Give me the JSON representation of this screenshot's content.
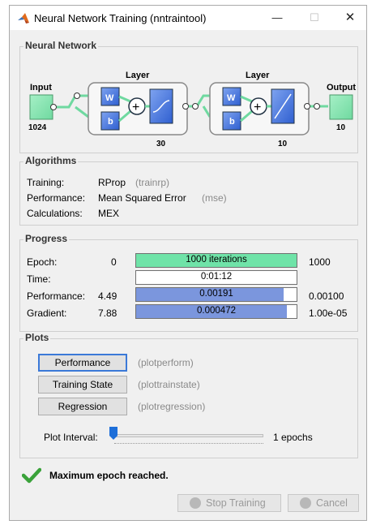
{
  "window": {
    "title": "Neural Network Training (nntraintool)",
    "min_glyph": "—",
    "max_glyph": "☐",
    "close_glyph": "✕"
  },
  "network": {
    "section_title": "Neural Network",
    "input_label": "Input",
    "input_size": "1024",
    "layer1_title": "Layer",
    "layer1_size": "30",
    "layer2_title": "Layer",
    "layer2_size": "10",
    "output_label": "Output",
    "output_size": "10",
    "weight_label": "W",
    "bias_label": "b",
    "sum_symbol": "+"
  },
  "algorithms": {
    "section_title": "Algorithms",
    "rows": [
      {
        "label": "Training:",
        "value": "RProp",
        "note": "(trainrp)"
      },
      {
        "label": "Performance:",
        "value": "Mean Squared Error",
        "note": "(mse)"
      },
      {
        "label": "Calculations:",
        "value": "MEX",
        "note": ""
      }
    ]
  },
  "progress": {
    "section_title": "Progress",
    "rows": [
      {
        "label": "Epoch:",
        "start": "0",
        "current": "1000 iterations",
        "end": "1000",
        "fill_fraction": 1.0,
        "color": "#6fe3a8"
      },
      {
        "label": "Time:",
        "start": "",
        "current": "0:01:12",
        "end": "",
        "fill_fraction": 0.0,
        "color": "#ffffff"
      },
      {
        "label": "Performance:",
        "start": "4.49",
        "current": "0.00191",
        "end": "0.00100",
        "fill_fraction": 0.92,
        "color": "#7b96dd"
      },
      {
        "label": "Gradient:",
        "start": "7.88",
        "current": "0.000472",
        "end": "1.00e-05",
        "fill_fraction": 0.94,
        "color": "#7b96dd"
      }
    ]
  },
  "plots": {
    "section_title": "Plots",
    "buttons": [
      {
        "label": "Performance",
        "note": "(plotperform)"
      },
      {
        "label": "Training State",
        "note": "(plottrainstate)"
      },
      {
        "label": "Regression",
        "note": "(plotregression)"
      }
    ],
    "interval_label": "Plot Interval:",
    "interval_value": "1 epochs",
    "interval_fraction": 0.0
  },
  "status": {
    "message": "Maximum epoch reached."
  },
  "actions": {
    "stop_label": "Stop Training",
    "cancel_label": "Cancel"
  }
}
